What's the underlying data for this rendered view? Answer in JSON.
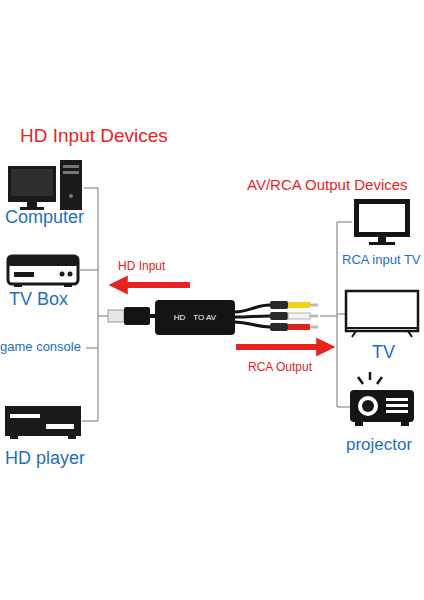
{
  "diagram": {
    "nodes": [
      {
        "text": [
          "HD",
          "TO AV"
        ]
      }
    ],
    "labels": [
      "HD Input Devices",
      "Computer",
      "TV Box",
      "game console",
      "HD player",
      "AV/RCA Output Devices",
      "RCA input TV",
      "TV",
      "projector",
      "HD Input",
      "RCA Output"
    ]
  }
}
